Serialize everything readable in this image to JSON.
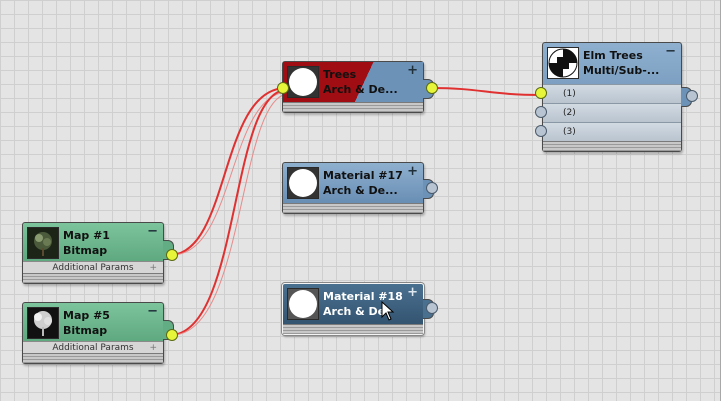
{
  "colors": {
    "material_header": "#6c92b8",
    "map_header": "#62ad83",
    "selected_header": "#3a5f80",
    "wire": "#e03030",
    "socket_connected": "#e6f53a",
    "socket_empty": "#b8c4d2",
    "grid_background": "#e4e4e4"
  },
  "nodes": {
    "trees": {
      "title": "Trees",
      "subtitle": "Arch & De...",
      "button": "+",
      "thumb_icon": "white-sphere-icon"
    },
    "elm": {
      "title": "Elm Trees",
      "subtitle": "Multi/Sub-...",
      "button": "−",
      "thumb_icon": "checker-sphere-icon",
      "slots": [
        "(1)",
        "(2)",
        "(3)"
      ]
    },
    "mat17": {
      "title": "Material #17",
      "subtitle": "Arch & De...",
      "button": "+",
      "thumb_icon": "white-sphere-icon"
    },
    "mat18": {
      "title": "Material #18",
      "subtitle": "Arch & De",
      "button": "+",
      "thumb_icon": "white-sphere-icon"
    },
    "map1": {
      "title": "Map #1",
      "subtitle": "Bitmap",
      "button": "−",
      "params": "Additional Params",
      "params_button": "+",
      "thumb_icon": "tree-bitmap-icon"
    },
    "map5": {
      "title": "Map #5",
      "subtitle": "Bitmap",
      "button": "−",
      "params": "Additional Params",
      "params_button": "+",
      "thumb_icon": "tree-bitmap-icon"
    }
  }
}
